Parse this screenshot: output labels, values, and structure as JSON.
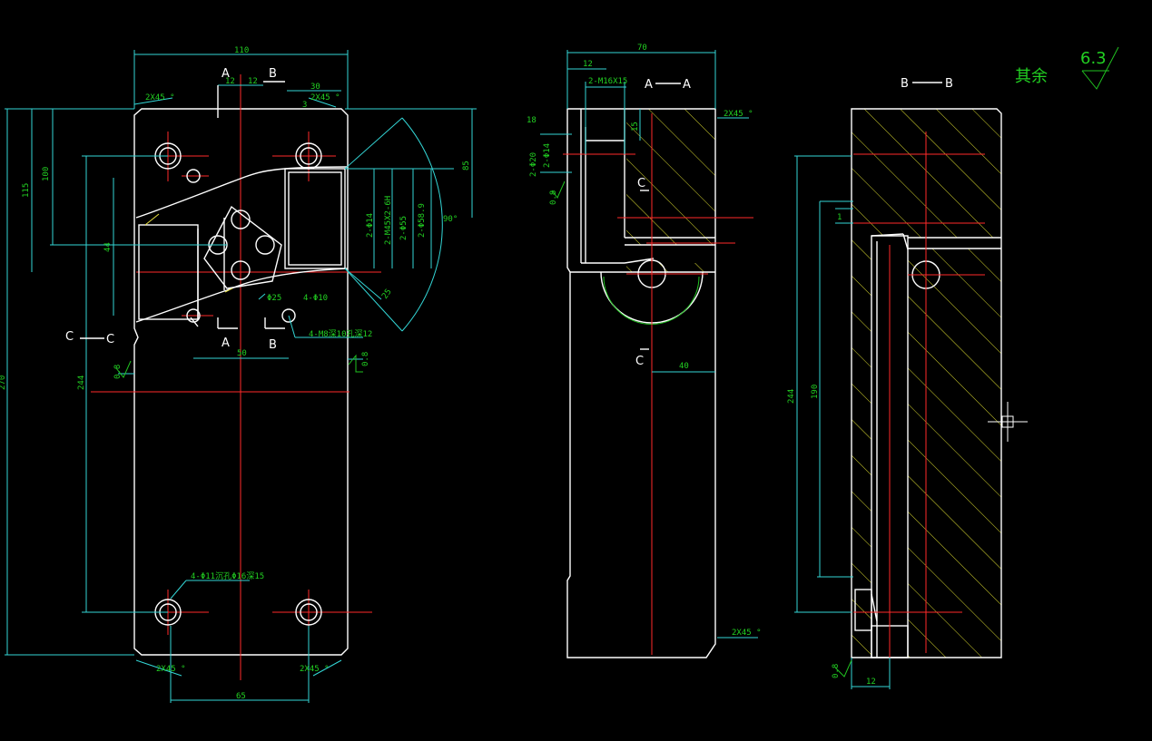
{
  "views": {
    "front": {
      "overall_width": "110",
      "dims": {
        "d12a": "12",
        "d12b": "12",
        "d30": "30",
        "d3": "3",
        "d100": "100",
        "d115": "115",
        "d44": "44",
        "d244": "244",
        "d270": "270",
        "d85": "85",
        "d50": "50",
        "d65": "65",
        "a90": "90°",
        "a25": "25"
      },
      "chamfer": "2X45 °",
      "hole_notes": {
        "m45": "2-M45X2-6H",
        "phi14": "2-Φ14",
        "phi55": "2-Φ55",
        "phi58": "2-Φ58.9",
        "phi25": "Φ25",
        "phi10": "4-Φ10",
        "m8": "4-M8深10孔深12",
        "phi11": "4-Φ11沉孔Φ16深15"
      },
      "roughness": "0.8",
      "section_marks": {
        "a": "A",
        "b": "B",
        "c": "C"
      }
    },
    "side": {
      "overall_width": "70",
      "dims": {
        "d12": "12",
        "d15": "15",
        "d18": "18",
        "d40": "40"
      },
      "notes": {
        "m16": "2-M16X15",
        "phi20": "2-Φ20",
        "phi14": "2-Φ14"
      },
      "chamfer": "2X45 °",
      "section_title_left": "A",
      "section_title_right": "A",
      "mark_c": "C",
      "roughness": "0.8"
    },
    "section_b": {
      "title_left": "B",
      "title_right": "B",
      "dims": {
        "d1": "1",
        "d244": "244",
        "d190": "190",
        "d12": "12"
      },
      "roughness": "0.8"
    }
  },
  "surface_finish": {
    "label": "其余",
    "value": "6.3"
  },
  "colors": {
    "outline": "#ffffff",
    "center": "#ff2a2a",
    "dimension": "#33d6d6",
    "text": "#22d022",
    "background": "#000000"
  }
}
